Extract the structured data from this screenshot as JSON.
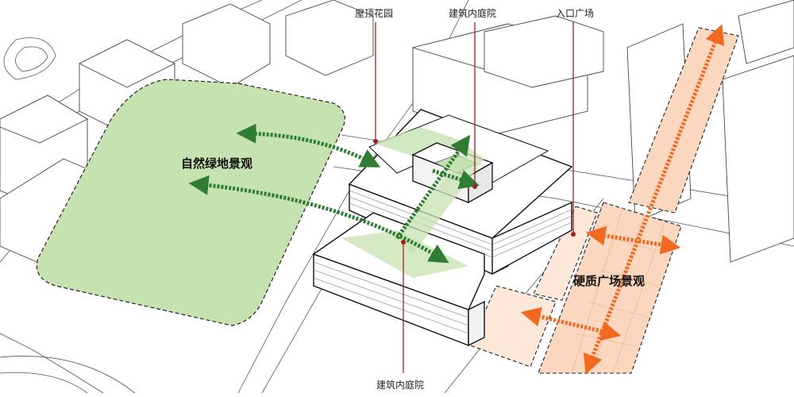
{
  "labels": {
    "roof_garden": "屋顶花园",
    "courtyard_top": "建筑内庭院",
    "entrance_plaza": "入口广场",
    "courtyard_bottom": "建筑内庭院",
    "green_landscape": "自然绿地景观",
    "hard_plaza_landscape": "硬质广场景观"
  },
  "colors": {
    "green_fill": "#c6e2b0",
    "green_arrow": "#2e7d32",
    "orange_fill": "#fbd7c0",
    "orange_arrow": "#f26a21",
    "leader_line": "#a31f24",
    "line_work": "#333333"
  }
}
